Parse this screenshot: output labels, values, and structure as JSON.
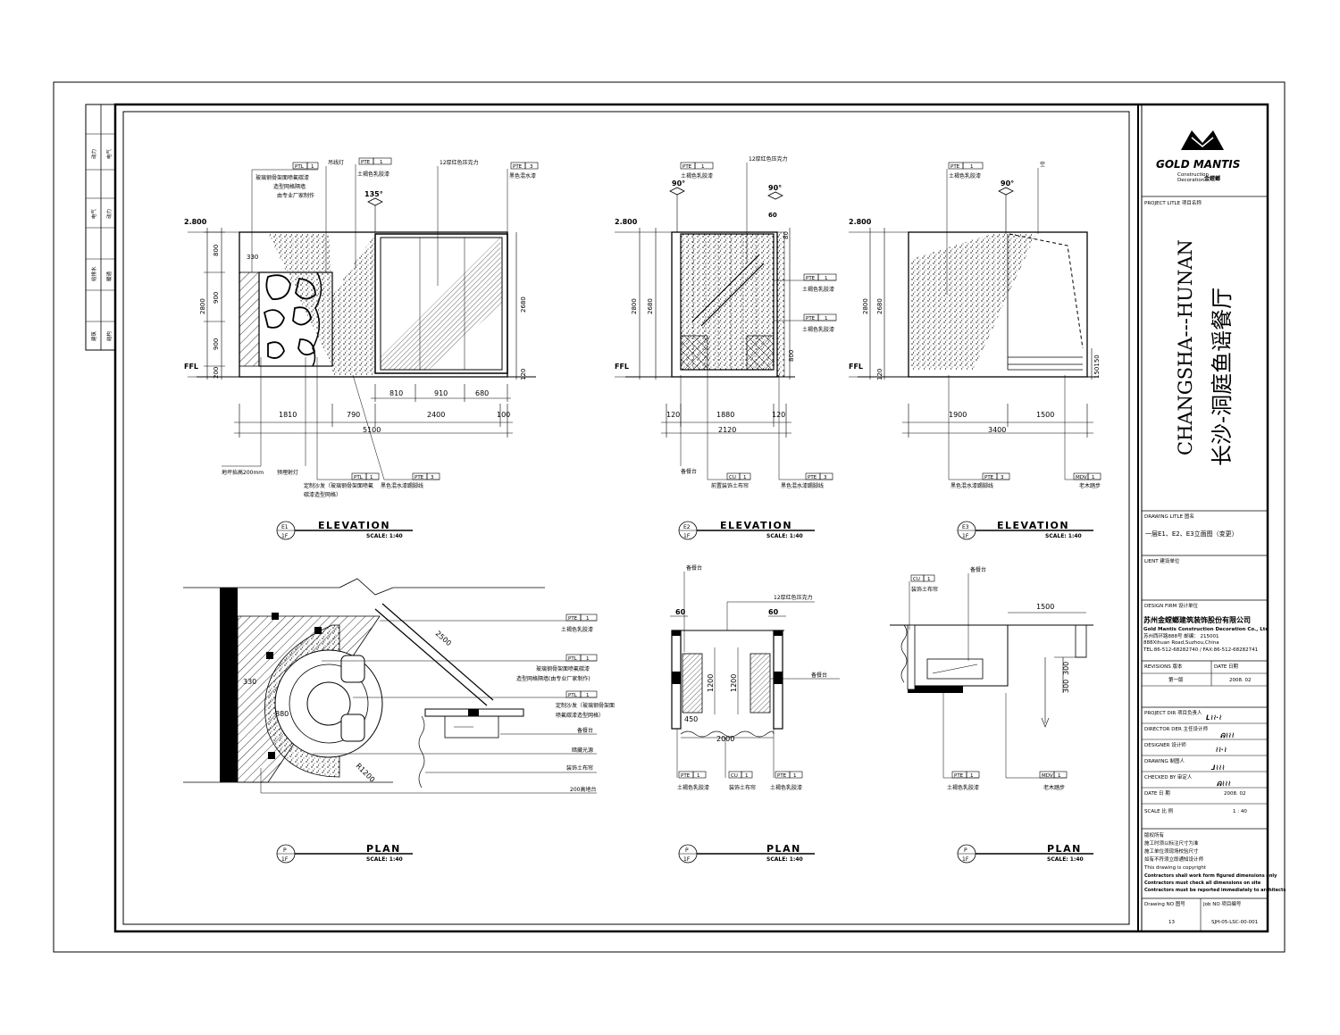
{
  "side_strip": {
    "rows": [
      [
        "动力",
        "电气",
        "给排水",
        "建筑"
      ],
      [
        "",
        "动力",
        "暖通",
        "结构"
      ],
      [
        "电气",
        "",
        "",
        ""
      ]
    ]
  },
  "elevation_e1": {
    "tags": [
      {
        "code": "PTL",
        "num": "1",
        "text": "玻璃钢骨架面喷氟碳漆",
        "text2": "造型网格隔墙",
        "text3": "由专业厂家制作"
      },
      {
        "code": "PTE",
        "num": "1",
        "text": "土褐色乳胶漆"
      },
      {
        "code": "PTE",
        "num": "3",
        "text": "黑色混水漆"
      },
      {
        "code": "PTL",
        "num": "1",
        "text": "定制沙发（玻璃钢骨架面喷氟",
        "text2": "碳漆造型网格）"
      },
      {
        "code": "PTE",
        "num": "3",
        "text": "黑色混水漆踢脚线"
      }
    ],
    "notes": [
      "吊线灯",
      "12厚红色压克力",
      "地坪抬高200mm",
      "预埋射灯"
    ],
    "angle": "135°",
    "level_top": "2.800",
    "level_floor": "FFL",
    "vdims_left": [
      "330",
      "800",
      "900",
      "900",
      "2800",
      "200"
    ],
    "vdims_right": [
      "2680",
      "120"
    ],
    "hdims_top": [
      "810",
      "910",
      "680"
    ],
    "hdims_mid": [
      "1810",
      "790",
      "2400",
      "100"
    ],
    "hdim_total": "5100",
    "label": "E1",
    "sheet": "1F",
    "title": "ELEVATION",
    "scale": "SCALE:  1:40"
  },
  "elevation_e2": {
    "tags": [
      {
        "code": "PTE",
        "num": "1",
        "text": "土褐色乳胶漆"
      },
      {
        "code": "PTE",
        "num": "1",
        "text": "土褐色乳胶漆"
      },
      {
        "code": "PTE",
        "num": "1",
        "text": "土褐色乳胶漆"
      },
      {
        "code": "CU",
        "num": "1",
        "text": "前置装饰土布帘"
      },
      {
        "code": "PTE",
        "num": "3",
        "text": "黑色混水漆踢脚线"
      }
    ],
    "notes": [
      "12厚红色压克力",
      "备餐台"
    ],
    "angle1": "90°",
    "angle2": "90°",
    "level_top": "2.800",
    "level_floor": "FFL",
    "vdims": [
      "2800",
      "2680",
      "60",
      "80",
      "800",
      "120"
    ],
    "hdims_mid": [
      "120",
      "1880",
      "120"
    ],
    "hdim_total": "2120",
    "label": "E2",
    "sheet": "1F",
    "title": "ELEVATION",
    "scale": "SCALE:  1:40"
  },
  "elevation_e3": {
    "tags": [
      {
        "code": "PTE",
        "num": "1",
        "text": "土褐色乳胶漆"
      },
      {
        "code": "PTE",
        "num": "3",
        "text": "黑色混水漆踢脚线"
      },
      {
        "code": "MDV",
        "num": "1",
        "text": "老木踏步"
      }
    ],
    "notes": [
      "空"
    ],
    "angle": "90°",
    "level_top": "2.800",
    "level_floor": "FFL",
    "vdims": [
      "2800",
      "2680",
      "120",
      "150150"
    ],
    "hdims_mid": [
      "1900",
      "1500"
    ],
    "hdim_total": "3400",
    "label": "E3",
    "sheet": "1F",
    "title": "ELEVATION",
    "scale": "SCALE:  1:40"
  },
  "plan_1": {
    "tags": [
      {
        "code": "PTE",
        "num": "1",
        "text": "土褐色乳胶漆"
      },
      {
        "code": "PTL",
        "num": "1",
        "text": "玻璃钢骨架面喷氟碳漆",
        "text2": "造型网格隔墙(由专业厂家制作)"
      },
      {
        "code": "PTL",
        "num": "1",
        "text": "定制沙发（玻璃钢骨架面",
        "text2": "喷氟碳漆造型网格）"
      }
    ],
    "notes": [
      "备餐台",
      "暗藏光源",
      "装饰土布帘",
      "200高地台"
    ],
    "dims": [
      "2500",
      "330",
      "880",
      "R1200"
    ],
    "label": "P",
    "sheet": "1F",
    "title": "PLAN",
    "scale": "SCALE:  1:40"
  },
  "plan_2": {
    "tags": [
      {
        "code": "PTE",
        "num": "1",
        "text": "土褐色乳胶漆"
      },
      {
        "code": "CU",
        "num": "1",
        "text": "装饰土布帘"
      },
      {
        "code": "PTE",
        "num": "1",
        "text": "土褐色乳胶漆"
      }
    ],
    "notes": [
      "备餐台",
      "12厚红色压克力",
      "备餐台"
    ],
    "dims": [
      "60",
      "60",
      "1200",
      "1200",
      "450",
      "2000"
    ],
    "label": "P",
    "sheet": "1F",
    "title": "PLAN",
    "scale": "SCALE:  1:40"
  },
  "plan_3": {
    "tags": [
      {
        "code": "CU",
        "num": "1",
        "text": "装饰土布帘"
      },
      {
        "code": "PTE",
        "num": "1",
        "text": "土褐色乳胶漆"
      },
      {
        "code": "MDV",
        "num": "1",
        "text": "老木踏步"
      }
    ],
    "notes": [
      "备餐台"
    ],
    "dims": [
      "1500",
      "300",
      "300"
    ],
    "label": "P",
    "sheet": "1F",
    "title": "PLAN",
    "scale": "SCALE:  1:40"
  },
  "title_block": {
    "brand": "GOLD MANTIS",
    "brand_sub1": "Construction",
    "brand_sub2": "Decoration",
    "brand_cn": "金螳螂",
    "project_label": "PROJECT LITLE   项目名称",
    "project_en": "CHANGSHA---HUNAN",
    "project_cn": "长沙-洞庭鱼谣餐厅",
    "drawing_label": "DRAWING LITLE   图名",
    "drawing_title": "一层E1、E2、E3立面图（变更）",
    "client_label": "LIENT   建设单位",
    "design_label": "DESIGN FIRM   设计单位",
    "firm_cn": "苏州金螳螂建筑装饰股份有限公司",
    "firm_en": "Gold Mantis Construction Decoration Co., Ltd",
    "firm_addr1": "苏州西环路888号   邮编：   215001",
    "firm_addr2": "888Xihuan Road,Suzhou,China",
    "firm_tel": "TEL:86-512-68282740 / FAX:86-512-68282741",
    "revisions_label": "REVISIONS   版本",
    "date_label": "DATE   日期",
    "revision": "第一版",
    "revision_date": "2008. 02",
    "rows": [
      {
        "label": "PROJECT DIR   项目负责人",
        "sig": "ᒪ⌇⌇·⌇"
      },
      {
        "label": "DIRECTOR DER  主任设计师",
        "sig": "ᕱ⌇⌇⌇"
      },
      {
        "label": "DESIGNER     设计师",
        "sig": "⌇⌇·⌇"
      },
      {
        "label": "DRAWING     制图人",
        "sig": "ᒧ⌇⌇⌇"
      },
      {
        "label": "CHECKED BY  审定人",
        "sig": "ᕱ⌇⌇⌇"
      }
    ],
    "date_row_label": "DATE      日   期",
    "date_value": "2008. 02",
    "scale_row_label": "SCALE      比   例",
    "scale_value": "1  :  40",
    "copyright": [
      "版权所有",
      "施工时须以标注尺寸为准",
      "施工单位须现场校验尺寸",
      "如有不符须立即通知设计师",
      "This drawing is copyright",
      "Contractors shall work form figured dimensions only",
      "Contractors must check all dimensions on site",
      "Contractors must be reported immediately to architects"
    ],
    "drawing_no_label": "Drawing NO   图号",
    "job_no_label": "Job NO   项目编号",
    "drawing_no": "13",
    "job_no": "SJH-05-LSC-00-001"
  }
}
